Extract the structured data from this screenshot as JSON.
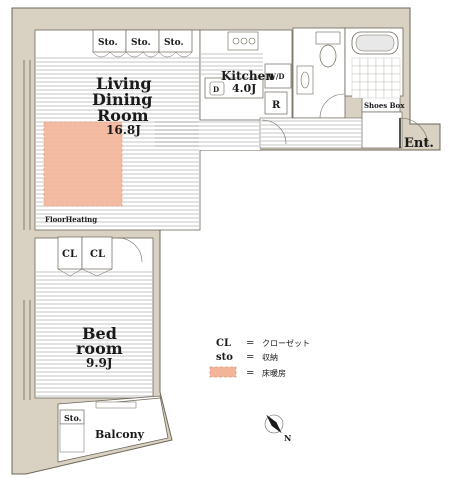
{
  "rooms": {
    "living_title_1": "Living",
    "living_title_2": "Dining",
    "living_title_3": "Room",
    "living_area": "16.8J",
    "kitchen_title": "Kitchen",
    "kitchen_area": "4.0J",
    "bedroom_title_1": "Bed",
    "bedroom_title_2": "room",
    "bedroom_area": "9.9J",
    "balcony": "Balcony",
    "entrance": "Ent.",
    "shoes_box": "Shoes Box"
  },
  "storage": {
    "sto1": "Sto.",
    "sto2": "Sto.",
    "sto3": "Sto.",
    "sto_balcony": "Sto.",
    "cl1": "CL",
    "cl2": "CL"
  },
  "fixtures": {
    "wd": "W/D",
    "fridge": "R",
    "sink_mark": "D"
  },
  "floor_heating": "FloorHeating",
  "legend": {
    "cl_key": "CL",
    "cl_eq": "=",
    "cl_val": "クローゼット",
    "sto_key": "sto",
    "sto_eq": "=",
    "sto_val": "収納",
    "heat_eq": "=",
    "heat_val": "床暖房"
  },
  "compass": {
    "letter": "N"
  },
  "colors": {
    "wall": "#d9d2c3",
    "wall_stroke": "#6d6658",
    "floor_heating": "#f2b59a",
    "bath_fill": "#e8e8e8"
  }
}
